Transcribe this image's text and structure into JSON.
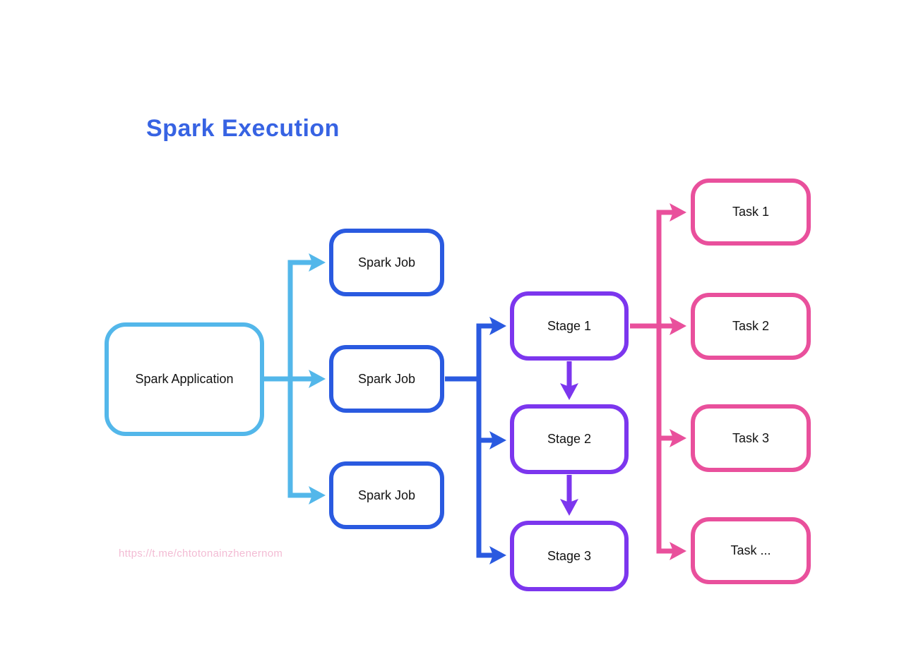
{
  "title": "Spark Execution",
  "watermark": "https://t.me/chtotonainzhenernom",
  "colors": {
    "background": "#ffffff",
    "title": "#3763e3",
    "application": "#53b7ea",
    "job": "#2a5ae0",
    "stage": "#7c36ee",
    "task": "#e9509c",
    "label": "#131313",
    "watermark": "#f3bcd4"
  },
  "nodes": {
    "application": {
      "label": "Spark Application"
    },
    "jobs": [
      {
        "label": "Spark Job"
      },
      {
        "label": "Spark Job"
      },
      {
        "label": "Spark Job"
      }
    ],
    "stages": [
      {
        "label": "Stage 1"
      },
      {
        "label": "Stage 2"
      },
      {
        "label": "Stage 3"
      }
    ],
    "tasks": [
      {
        "label": "Task 1"
      },
      {
        "label": "Task 2"
      },
      {
        "label": "Task 3"
      },
      {
        "label": "Task ..."
      }
    ]
  }
}
